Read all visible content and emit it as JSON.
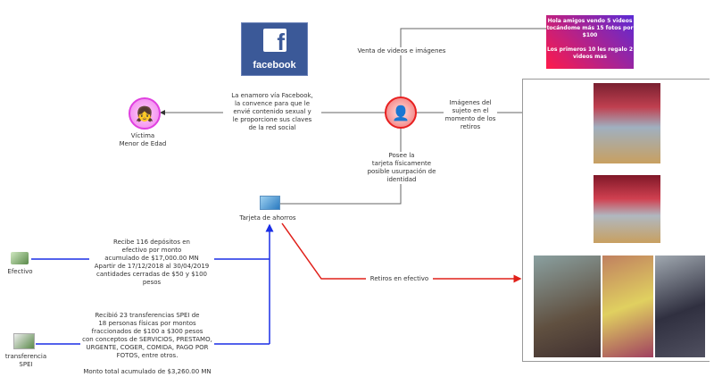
{
  "facebook": {
    "logo_text": "facebook",
    "glyph": "f"
  },
  "victim": {
    "label": "Víctima\nMenor de Edad",
    "icon": "girl-icon"
  },
  "suspect": {
    "icon": "man-icon"
  },
  "edges": {
    "victim_suspect": "La enamoro vía Facebook,\nla convence para que le\nenvié contenido sexual y\nle proporcione sus claves\nde la red social",
    "sales": "Venta de videos e imágenes",
    "images": "Imágenes del\nsujeto en el\nmomento de los\nretiros",
    "card": "Posee la\ntarjeta físicamente\nposible usurpación de\nidentidad",
    "cash": "Recibe 116 depósitos en\nefectivo por monto\nacumulado de $17,000.00 MN\nApartir de 17/12/2018 al 30/04/2019\ncantidades cerradas de $50 y $100 pesos",
    "spei": "Recibió 23 transferencias SPEI de\n18 personas físicas por montos\nfraccionados de $100 a $300 pesos\ncon conceptos de SERVICIOS, PRESTAMO,\nURGENTE, COGER, COMIDA, PAGO POR\nFOTOS, entre otros.\n\nMonto total acumulado de $3,260.00 MN",
    "withdrawals": "Retiros en efectivo"
  },
  "message": "Hola amigos vendo 5 videos tocándome más 15 fotos por $100\n\nLos primeros 10 les regalo 2 videos mas",
  "card_node": {
    "label": "Tarjeta de ahorros"
  },
  "cash_node": {
    "label": "Efectivo"
  },
  "spei_node": {
    "label": "transferencia SPEI"
  },
  "colors": {
    "blue_flow": "#1a2ee6",
    "red_flow": "#e0201a",
    "facebook": "#3b5998",
    "victim": "#f060e8",
    "suspect": "#e82020"
  }
}
